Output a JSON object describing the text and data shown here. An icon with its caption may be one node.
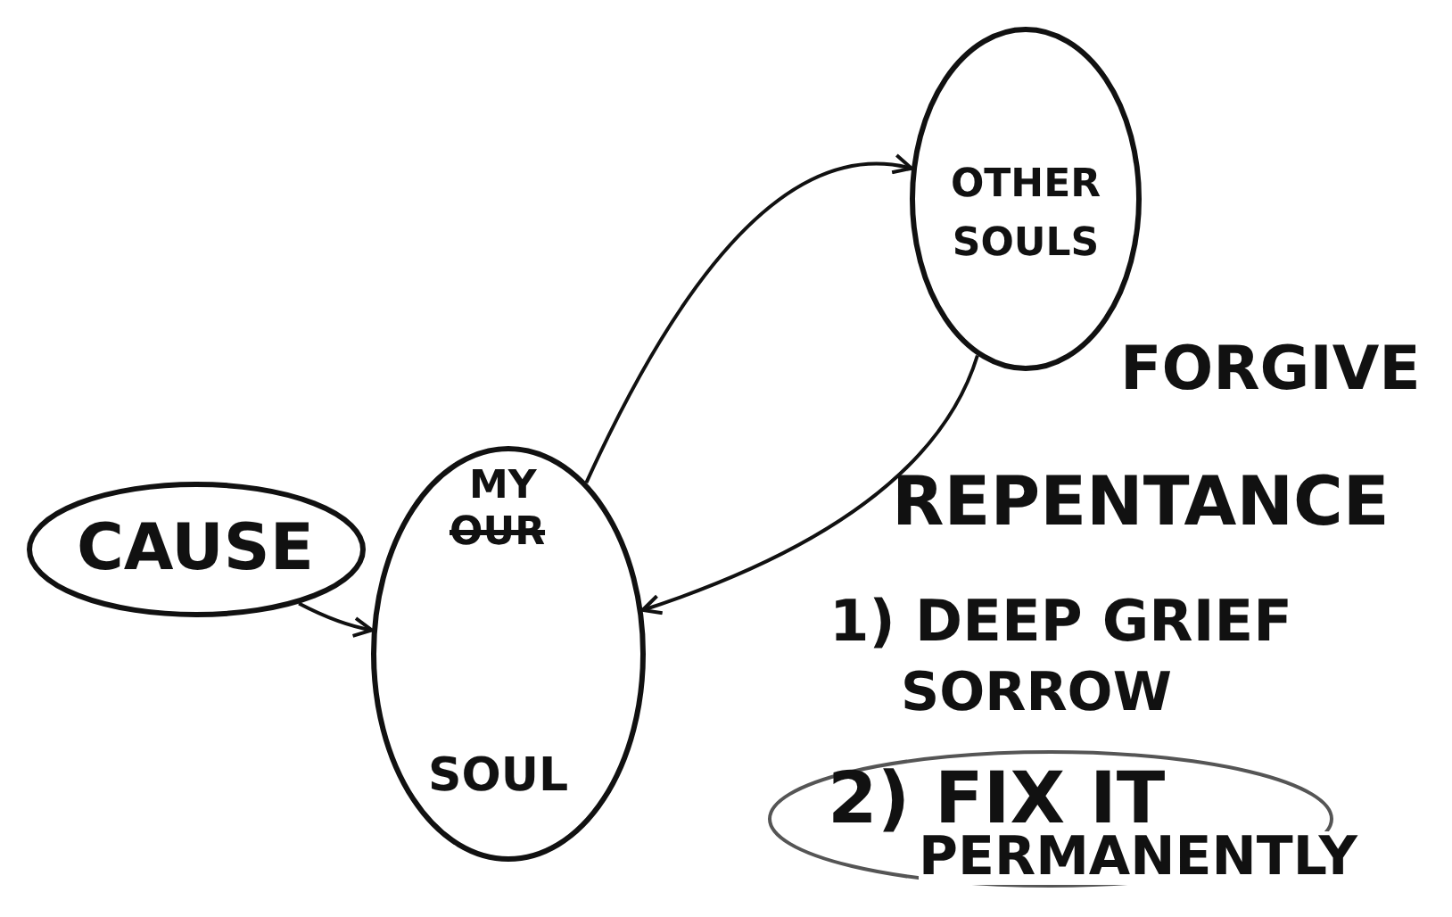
{
  "diagram": {
    "nodes": [
      {
        "text": [
          "CAUSE"
        ]
      },
      {
        "text": [
          "MY",
          "OUR",
          "SOUL"
        ]
      },
      {
        "text": [
          "OTHER SOULS"
        ]
      },
      {
        "text": [
          "2) FIX IT",
          "PERMANENTLY"
        ]
      }
    ],
    "edges": [
      {
        "from": 0,
        "to": 1,
        "arrow": "to"
      },
      {
        "from": 1,
        "to": 2,
        "arrow": "to"
      },
      {
        "from": 2,
        "to": 1,
        "arrow": "to"
      }
    ],
    "labels": [
      "FORGIVE",
      "REPENTANCE",
      "1) DEEP GRIEF",
      "SORROW"
    ]
  }
}
